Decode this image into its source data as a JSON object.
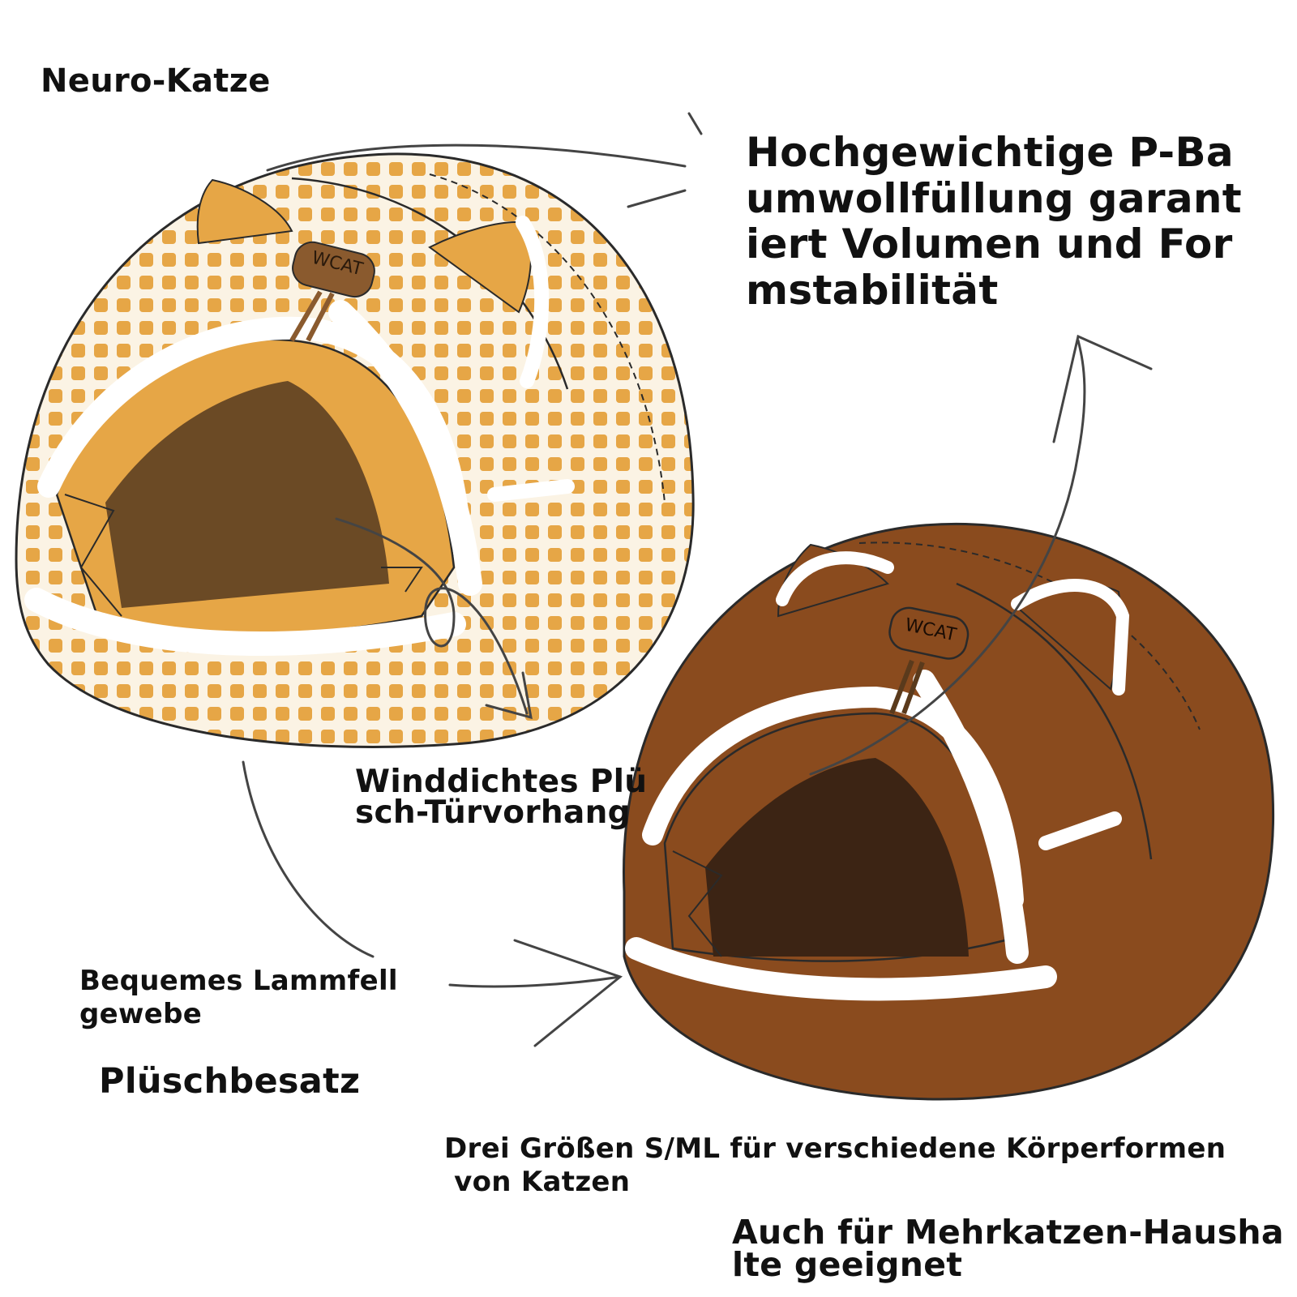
{
  "brand": "Neuro-Katze",
  "features": {
    "filling": "Hochgewichtige P-Ba\numwollfüllung garant\niert Volumen und For\nmstabilität",
    "curtain": "Winddichtes Plü\nsch-Türvorhang",
    "fabric": "Bequemes Lammfell\ngewebe",
    "trim": "Plüschbesatz",
    "sizes": "Drei Größen S/ML für verschiedene Körperformen\n von Katzen",
    "multi_cat": "Auch für Mehrkatzen-Hausha\nlte geeignet"
  },
  "products": [
    {
      "logo": "WCAT",
      "variant": "orange-plaid"
    },
    {
      "logo": "WCAT",
      "variant": "brown"
    }
  ],
  "colors": {
    "plaid": "#E6A646",
    "plaid_light": "#F6D29A",
    "plaid_interior": "#6B4A25",
    "brown": "#8A4B1E",
    "brown_dark": "#3C2414",
    "plush": "#FFFFFF",
    "badge": "#8A5A2E",
    "ink": "#2A2A2A"
  }
}
